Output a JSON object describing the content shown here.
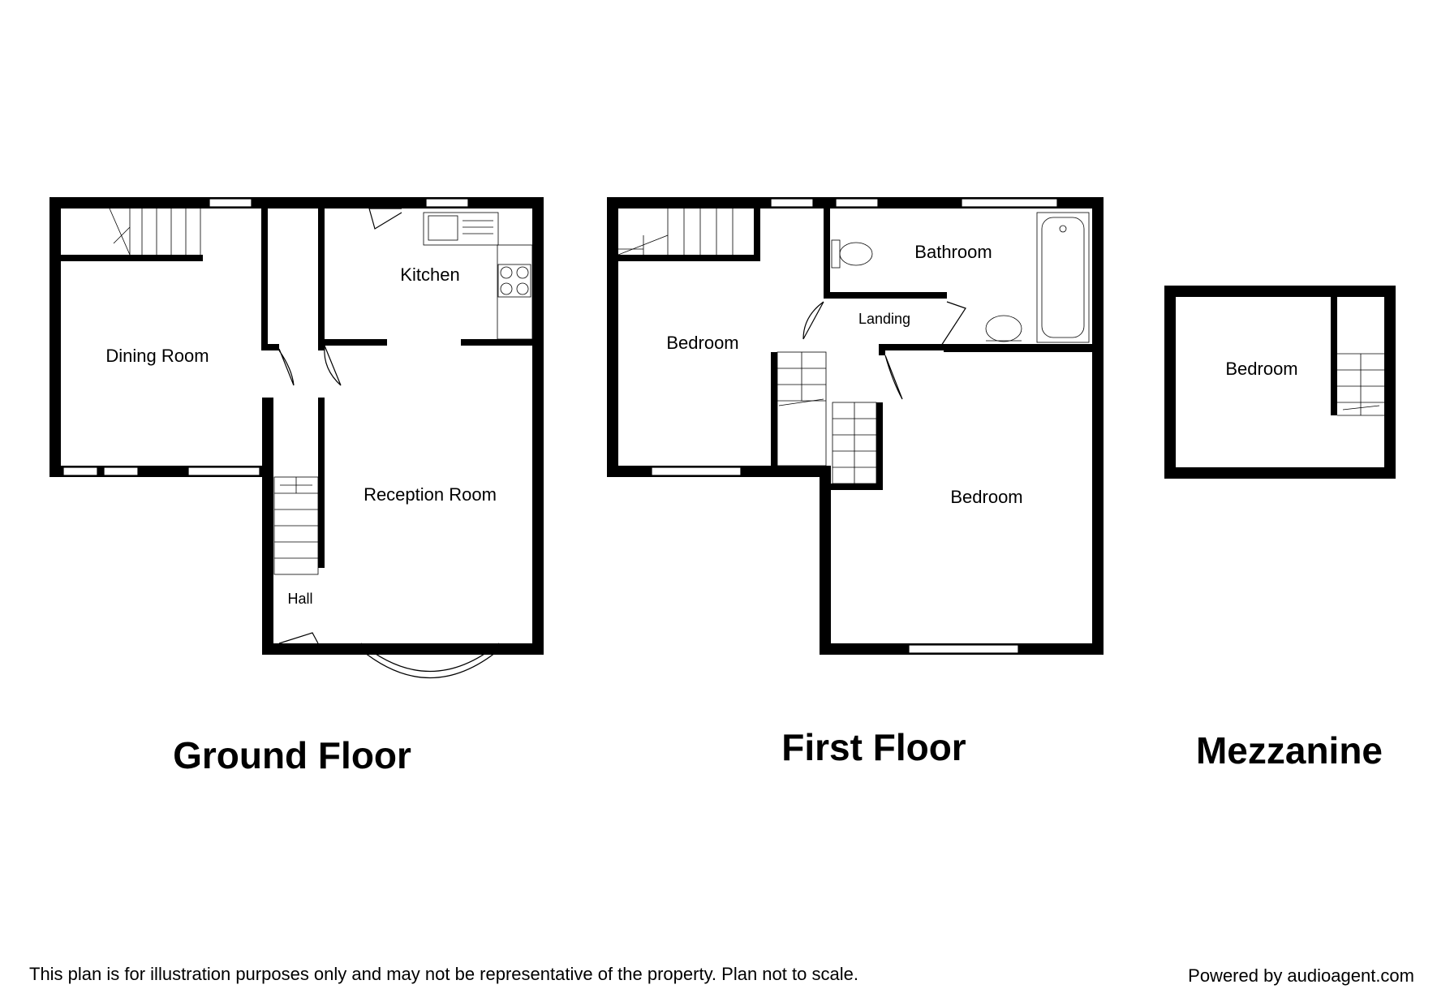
{
  "ground_floor": {
    "title": "Ground Floor",
    "rooms": {
      "dining_room": "Dining Room",
      "kitchen": "Kitchen",
      "reception_room": "Reception Room",
      "hall": "Hall"
    }
  },
  "first_floor": {
    "title": "First Floor",
    "rooms": {
      "bedroom_left": "Bedroom",
      "bathroom": "Bathroom",
      "landing": "Landing",
      "bedroom_right": "Bedroom"
    }
  },
  "mezzanine": {
    "title": "Mezzanine",
    "rooms": {
      "bedroom": "Bedroom"
    }
  },
  "footer": {
    "disclaimer": "This plan is for illustration purposes only and may not be representative of the property. Plan not to scale.",
    "powered_by": "Powered by audioagent.com"
  }
}
